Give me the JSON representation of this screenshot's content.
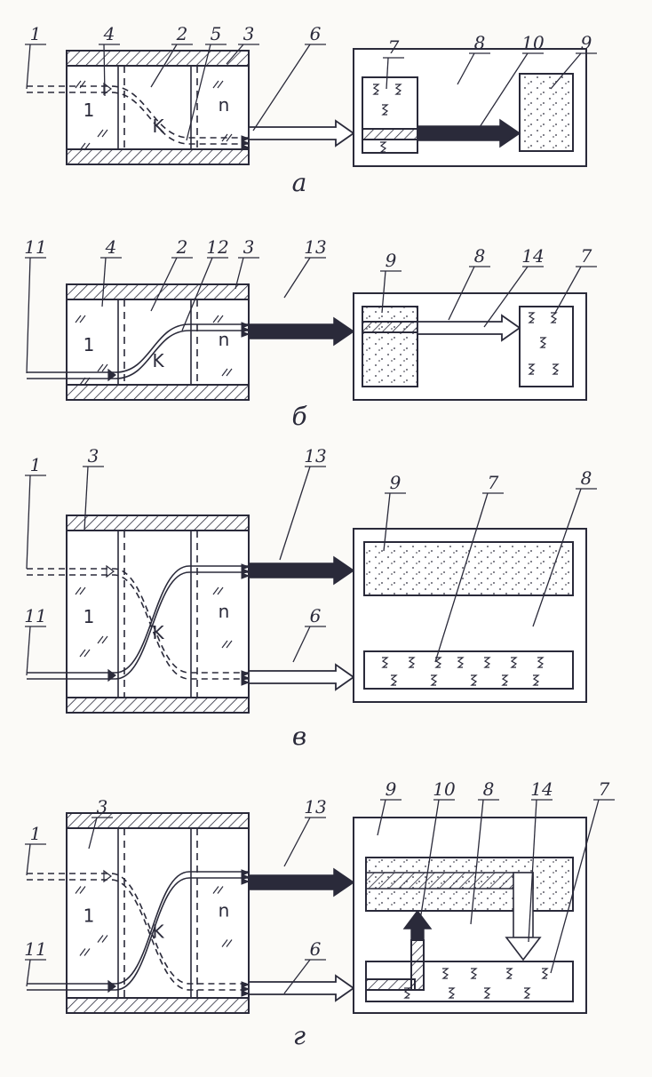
{
  "colors": {
    "ink": "#2a2a3a",
    "paper": "#fbfaf7"
  },
  "panels": [
    {
      "caption": "а",
      "labels": [
        "1",
        "4",
        "2",
        "5",
        "3",
        "6",
        "7",
        "8",
        "10",
        "9"
      ],
      "zones": [
        "1",
        "K",
        "n"
      ]
    },
    {
      "caption": "б",
      "labels": [
        "11",
        "4",
        "2",
        "12",
        "3",
        "13",
        "9",
        "8",
        "14",
        "7"
      ],
      "zones": [
        "1",
        "K",
        "n"
      ]
    },
    {
      "caption": "в",
      "labels": [
        "1",
        "3",
        "13",
        "9",
        "7",
        "8",
        "11",
        "6"
      ],
      "zones": [
        "1",
        "K",
        "n"
      ]
    },
    {
      "caption": "г",
      "labels": [
        "1",
        "3",
        "13",
        "9",
        "10",
        "8",
        "14",
        "7",
        "11",
        "6"
      ],
      "zones": [
        "1",
        "K",
        "n"
      ]
    }
  ]
}
